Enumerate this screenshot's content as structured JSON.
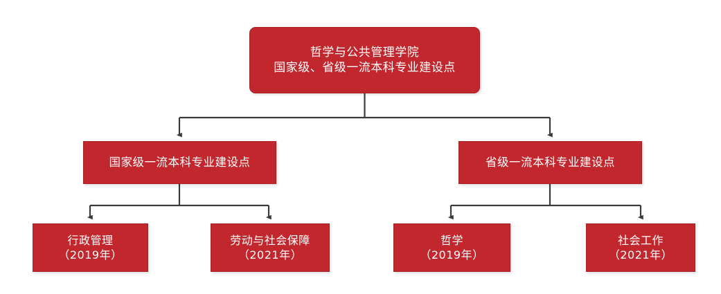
{
  "diagram": {
    "type": "organizational-tree",
    "title": "哲学与公共管理学院 国家级、省级一流本科专业建设点",
    "colors": {
      "node_fill": "#C1272D",
      "node_border": "#A81F24",
      "node_text": "#FFFFFF",
      "connector": "#3A3A3A",
      "background": "#FFFFFF"
    },
    "root": {
      "label": "哲学与公共管理学院\n国家级、省级一流本科专业建设点"
    },
    "branches": [
      {
        "label": "国家级一流本科专业建设点",
        "children": [
          {
            "name": "行政管理",
            "year": "（2019年）",
            "label": "行政管理\n（2019年）"
          },
          {
            "name": "劳动与社会保障",
            "year": "（2021年）",
            "label": "劳动与社会保障\n（2021年）"
          }
        ]
      },
      {
        "label": "省级一流本科专业建设点",
        "children": [
          {
            "name": "哲学",
            "year": "（2019年）",
            "label": "哲学\n（2019年）"
          },
          {
            "name": "社会工作",
            "year": "（2021年）",
            "label": "社会工作\n（2021年）"
          }
        ]
      }
    ]
  }
}
